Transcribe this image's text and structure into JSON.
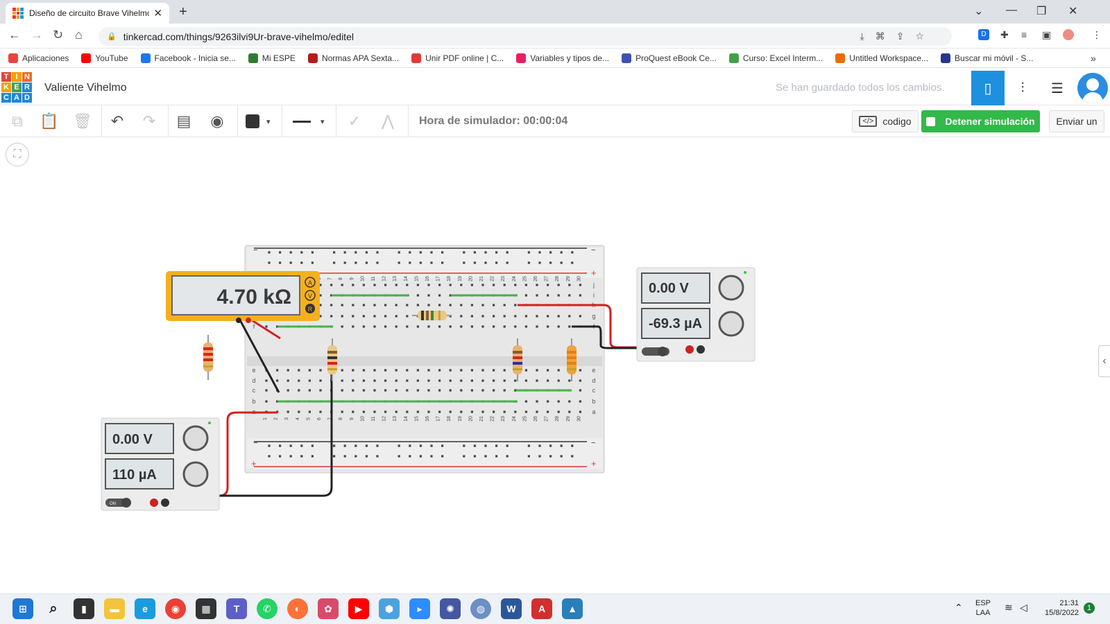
{
  "browser": {
    "tab_title": "Diseño de circuito Brave Vihelmo",
    "tab_close": "✕",
    "new_tab": "+",
    "url": "tinkercad.com/things/9263ilvi9Ur-brave-vihelmo/editel",
    "profile_letter": "D"
  },
  "bookmarks": [
    {
      "label": "Aplicaciones",
      "color": "#e8453c"
    },
    {
      "label": "YouTube",
      "color": "#ff0000"
    },
    {
      "label": "Facebook - Inicia se...",
      "color": "#1877f2"
    },
    {
      "label": "Mi ESPE",
      "color": "#2e7d32"
    },
    {
      "label": "Normas APA Sexta...",
      "color": "#b71c1c"
    },
    {
      "label": "Unir PDF online | C...",
      "color": "#e53935"
    },
    {
      "label": "Variables y tipos de...",
      "color": "#e91e63"
    },
    {
      "label": "ProQuest eBook Ce...",
      "color": "#3f51b5"
    },
    {
      "label": "Curso: Excel Interm...",
      "color": "#43a047"
    },
    {
      "label": "Untitled Workspace...",
      "color": "#ef6c00"
    },
    {
      "label": "Buscar mi móvil - S...",
      "color": "#283593"
    }
  ],
  "tinkercad": {
    "logo_letters": [
      "T",
      "I",
      "N",
      "K",
      "E",
      "R",
      "C",
      "A",
      "D"
    ],
    "project_name": "Valiente Vihelmo",
    "save_status": "Se han guardado todos los cambios."
  },
  "toolbar": {
    "sim_time": "Hora de simulador: 00:00:04",
    "code_label": "codigo",
    "code_icon_text": "</>",
    "stop_label": "Detener simulación",
    "send_label": "Enviar un"
  },
  "multimeter": {
    "reading": "4.70 kΩ",
    "modes": [
      "A",
      "V",
      "R"
    ]
  },
  "power_supply_left": {
    "voltage": "0.00 V",
    "current": "110 µA",
    "on_label": "ON"
  },
  "power_supply_right": {
    "voltage": "0.00 V",
    "current": "-69.3 µA"
  },
  "breadboard": {
    "rail_minus": "−",
    "rail_plus": "+",
    "row_letters_top": [
      "j",
      "i",
      "h",
      "g",
      "f"
    ],
    "row_letters_bottom": [
      "e",
      "d",
      "c",
      "b",
      "a"
    ]
  },
  "taskbar": {
    "lang_top": "ESP",
    "lang_bottom": "LAA",
    "time": "21:31",
    "date": "15/8/2022",
    "notification_count": "1"
  }
}
